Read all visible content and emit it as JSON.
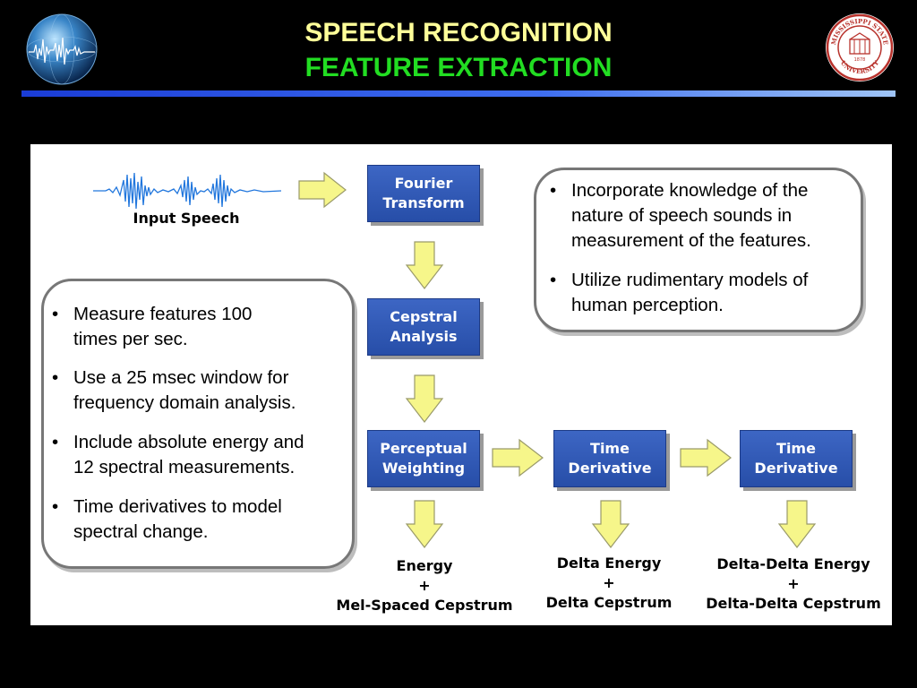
{
  "header": {
    "title_line_1": "SPEECH RECOGNITION",
    "title_line_2": "FEATURE EXTRACTION",
    "seal_text": "MISSISSIPPI STATE UNIVERSITY 1878"
  },
  "diagram": {
    "input_label": "Input Speech",
    "boxes": {
      "fourier": [
        "Fourier",
        "Transform"
      ],
      "cepstral": [
        "Cepstral",
        "Analysis"
      ],
      "perceptual": [
        "Perceptual",
        "Weighting"
      ],
      "time_derivative_1": [
        "Time",
        "Derivative"
      ],
      "time_derivative_2": [
        "Time",
        "Derivative"
      ]
    },
    "outputs": {
      "energy": [
        "Energy",
        "+",
        "Mel-Spaced Cepstrum"
      ],
      "delta": [
        "Delta Energy",
        "+",
        "Delta Cepstrum"
      ],
      "delta_delta": [
        "Delta-Delta Energy",
        "+",
        "Delta-Delta Cepstrum"
      ]
    },
    "callout_top_right": [
      [
        "Incorporate knowledge of the",
        "nature of speech sounds in",
        "measurement of the features."
      ],
      [
        "Utilize rudimentary models of",
        "human perception."
      ]
    ],
    "callout_left": [
      [
        "Measure features 100",
        "times per sec."
      ],
      [
        "Use a 25 msec window for",
        "frequency domain analysis."
      ],
      [
        "Include absolute energy and",
        "12 spectral measurements."
      ],
      [
        "Time derivatives to model",
        "spectral change."
      ]
    ],
    "bullet_char": "•"
  },
  "colors": {
    "title_line_1": "#ffff99",
    "title_line_2": "#22dd22",
    "box_fill": "#3259b8",
    "arrow_fill": "#f6f68a",
    "waveform": "#2277dd"
  }
}
